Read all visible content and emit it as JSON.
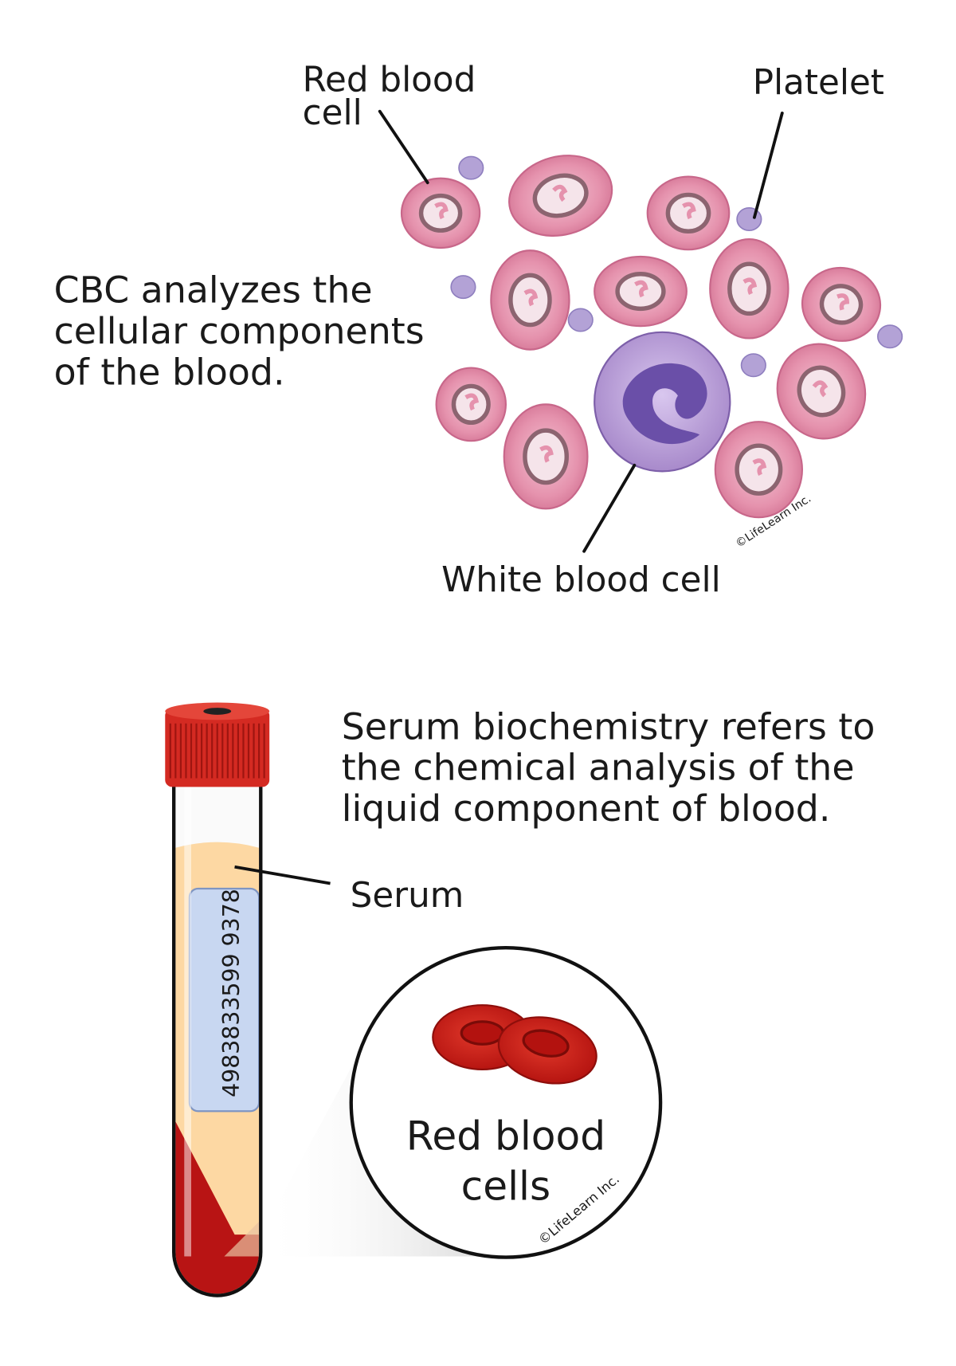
{
  "cbc": {
    "description_lines": [
      "CBC analyzes the",
      "cellular components",
      "of the blood."
    ],
    "labels": {
      "red_blood_cell": [
        "Red blood",
        "cell"
      ],
      "platelet": "Platelet",
      "white_blood_cell": "White blood cell"
    },
    "copyright": "©LifeLearn Inc."
  },
  "serum": {
    "description_lines": [
      "Serum biochemistry refers to",
      "the chemical analysis of the",
      "liquid component of blood."
    ],
    "serum_label": "Serum",
    "tube_label_number": "4983833599 9378",
    "inset_label_lines": [
      "Red blood",
      "cells"
    ],
    "copyright": "©LifeLearn Inc."
  },
  "colors": {
    "rbc_pink": "#e592ad",
    "wbc_purple": "#b79bd8",
    "nucleus": "#6a4fa8",
    "cap_red": "#d42a22",
    "serum": "#fdd8a3",
    "blood": "#b81414",
    "label_blue": "#c8d7f1"
  }
}
